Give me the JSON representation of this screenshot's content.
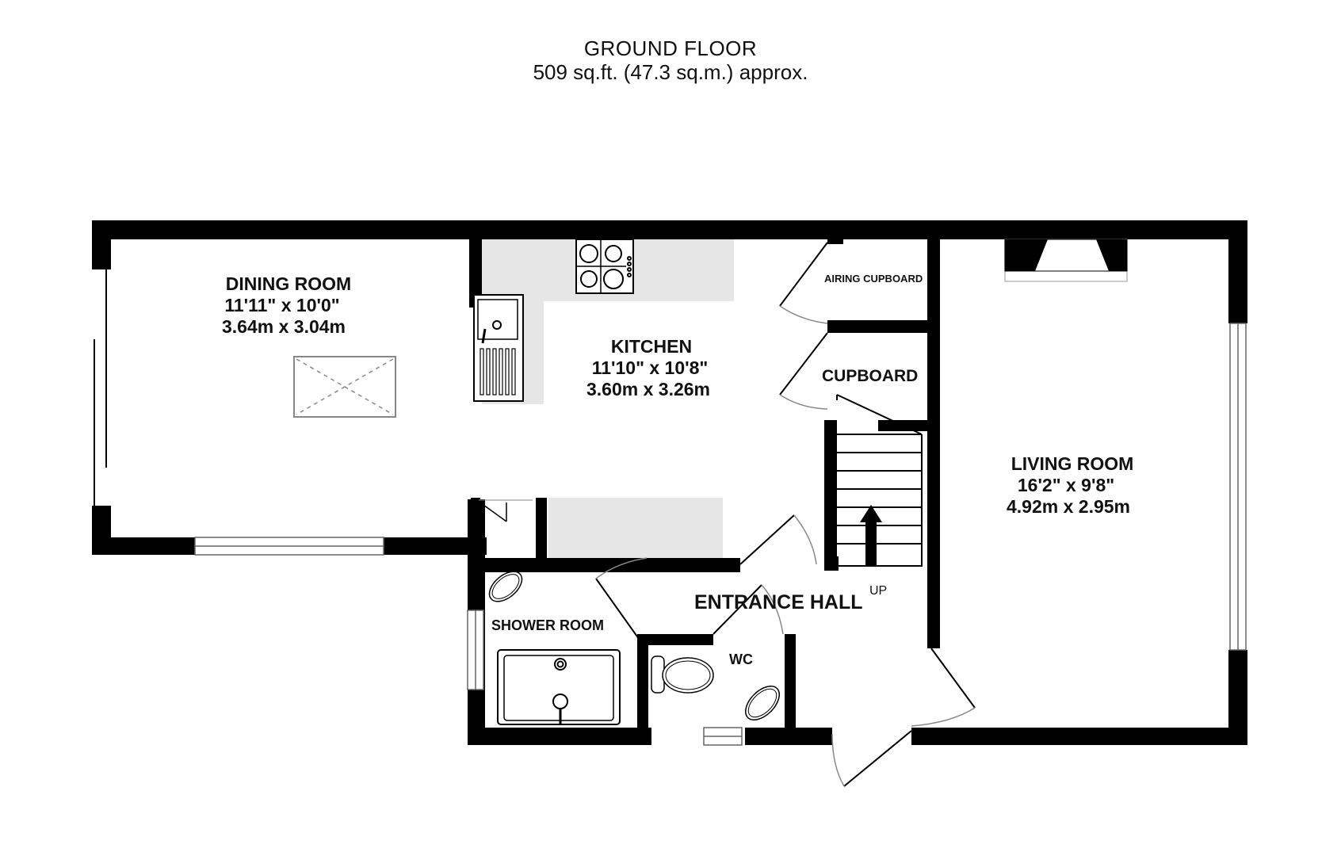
{
  "header": {
    "title": "GROUND FLOOR",
    "area": "509 sq.ft. (47.3 sq.m.) approx."
  },
  "rooms": {
    "dining": {
      "name": "DINING ROOM",
      "imperial": "11'11\"  x 10'0\"",
      "metric": "3.64m  x 3.04m"
    },
    "kitchen": {
      "name": "KITCHEN",
      "imperial": "11'10\"  x 10'8\"",
      "metric": "3.60m  x 3.26m"
    },
    "living": {
      "name": "LIVING ROOM",
      "imperial": "16'2\"  x 9'8\"",
      "metric": "4.92m  x 2.95m"
    },
    "airing_cupboard": {
      "name": "AIRING CUPBOARD"
    },
    "cupboard": {
      "name": "CUPBOARD"
    },
    "entrance_hall": {
      "name": "ENTRANCE HALL"
    },
    "shower_room": {
      "name": "SHOWER ROOM"
    },
    "wc": {
      "name": "WC"
    }
  },
  "stairs": {
    "direction_label": "UP"
  },
  "colors": {
    "wall": "#000000",
    "counter": "#e6e6e6",
    "background": "#ffffff"
  }
}
